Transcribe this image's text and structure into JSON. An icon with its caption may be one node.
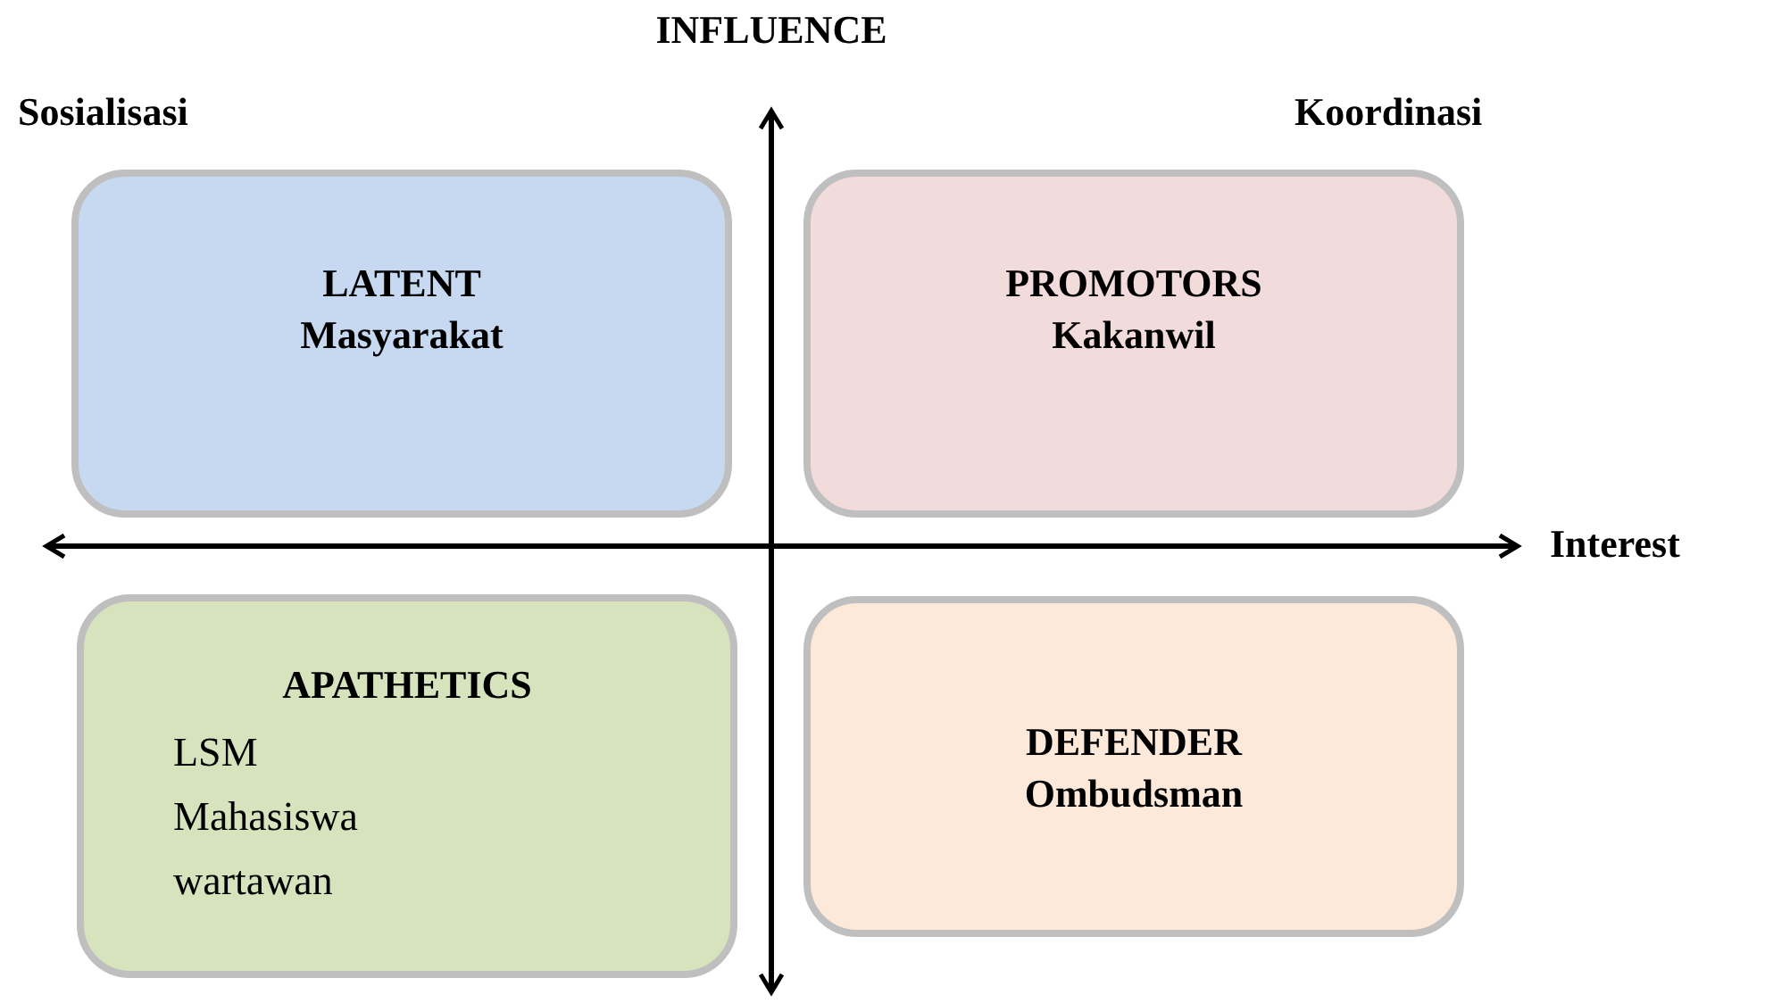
{
  "diagram": {
    "nodes": [
      {
        "text": [
          "LATENT",
          "Masyarakat"
        ]
      },
      {
        "text": [
          "PROMOTORS",
          "Kakanwil"
        ]
      },
      {
        "text": [
          "APATHETICS",
          "LSM",
          "Mahasiswa",
          "wartawan"
        ]
      },
      {
        "text": [
          "DEFENDER",
          "Ombudsman"
        ]
      }
    ],
    "labels": [
      "INFLUENCE",
      "Sosialisasi",
      "Koordinasi",
      "Interest"
    ]
  }
}
